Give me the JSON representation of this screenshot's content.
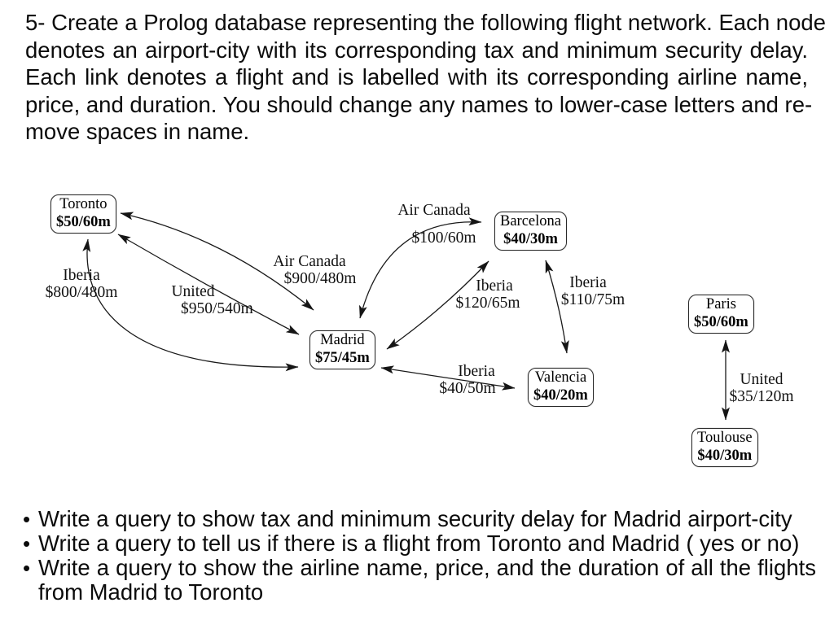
{
  "colors": {
    "background": "#ffffff",
    "ink": "#111111"
  },
  "problem": {
    "lines": [
      "5- Create a Prolog database representing the following flight network. Each node",
      "denotes an airport-city with its corresponding tax and minimum security delay.",
      "Each link denotes a flight and is labelled with its corresponding airline name,",
      "price, and duration. You should change any names to lower-case letters and re-",
      "move spaces in name."
    ]
  },
  "nodes": {
    "toronto": {
      "name": "Toronto",
      "tax_delay": "$50/60m"
    },
    "madrid": {
      "name": "Madrid",
      "tax_delay": "$75/45m"
    },
    "barcelona": {
      "name": "Barcelona",
      "tax_delay": "$40/30m"
    },
    "valencia": {
      "name": "Valencia",
      "tax_delay": "$40/20m"
    },
    "paris": {
      "name": "Paris",
      "tax_delay": "$50/60m"
    },
    "toulouse": {
      "name": "Toulouse",
      "tax_delay": "$40/30m"
    }
  },
  "edges": {
    "iberia_toronto_madrid": {
      "airline": "Iberia",
      "price_duration": "$800/480m",
      "between": "Toronto-Madrid",
      "bidirectional": true
    },
    "united_toronto_madrid": {
      "airline": "United",
      "price_duration": "$950/540m",
      "between": "Toronto-Madrid",
      "bidirectional": true
    },
    "aircanada_toronto_madrid": {
      "airline": "Air Canada",
      "price_duration": "$900/480m",
      "between": "Toronto-Madrid",
      "bidirectional": true
    },
    "aircanada_madrid_barcelona": {
      "airline": "Air Canada",
      "price_duration": "$100/60m",
      "between": "Madrid-Barcelona",
      "bidirectional": true
    },
    "iberia_madrid_barcelona": {
      "airline": "Iberia",
      "price_duration": "$120/65m",
      "between": "Madrid-Barcelona",
      "bidirectional": true
    },
    "iberia_barcelona_valencia": {
      "airline": "Iberia",
      "price_duration": "$110/75m",
      "between": "Barcelona-Valencia",
      "bidirectional": true
    },
    "iberia_madrid_valencia": {
      "airline": "Iberia",
      "price_duration": "$40/50m",
      "between": "Madrid-Valencia",
      "bidirectional": true
    },
    "united_paris_toulouse": {
      "airline": "United",
      "price_duration": "$35/120m",
      "between": "Paris-Toulouse",
      "bidirectional": true
    }
  },
  "questions": {
    "bullet": "•",
    "items": [
      {
        "lines": [
          "Write a query to show tax and minimum security delay for Madrid airport-city"
        ]
      },
      {
        "lines": [
          "Write a query to tell us if there is a flight from Toronto and Madrid ( yes or no)"
        ]
      },
      {
        "lines": [
          "Write a query to show the airline name, price, and the duration of all the flights",
          "from Madrid to Toronto"
        ]
      }
    ]
  }
}
